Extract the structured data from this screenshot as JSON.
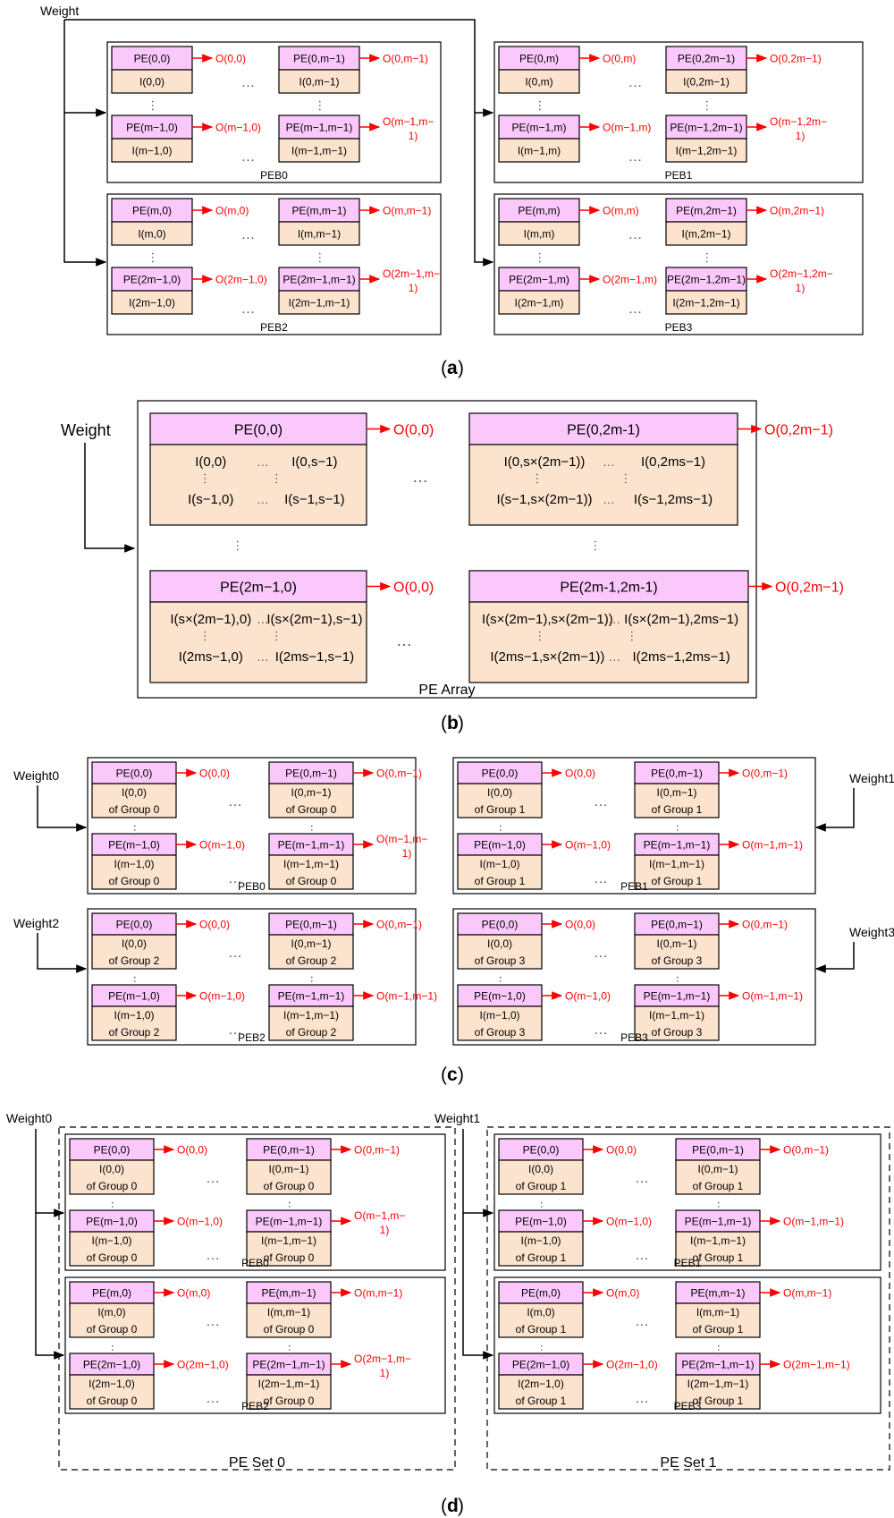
{
  "colors": {
    "pe_header": "#fbc8fb",
    "input_body": "#fce3cd",
    "arrow_red": "#ff0000",
    "line": "#000000"
  },
  "ellipsis": "…",
  "panel_a": {
    "caption": "a",
    "weight": "Weight",
    "blocks": [
      {
        "label": "PEB0",
        "cells": [
          {
            "pe": "PE(0,0)",
            "in": [
              "I(0,0)"
            ],
            "out": "O(0,0)"
          },
          {
            "pe": "PE(0,m−1)",
            "in": [
              "I(0,m−1)"
            ],
            "out": "O(0,m−1)"
          },
          {
            "pe": "PE(m−1,0)",
            "in": [
              "I(m−1,0)"
            ],
            "out": "O(m−1,0)"
          },
          {
            "pe": "PE(m−1,m−1)",
            "in": [
              "I(m−1,m−1)"
            ],
            "out": [
              "O(m−1,m−",
              "1)"
            ]
          }
        ]
      },
      {
        "label": "PEB1",
        "cells": [
          {
            "pe": "PE(0,m)",
            "in": [
              "I(0,m)"
            ],
            "out": "O(0,m)"
          },
          {
            "pe": "PE(0,2m−1)",
            "in": [
              "I(0,2m−1)"
            ],
            "out": "O(0,2m−1)"
          },
          {
            "pe": "PE(m−1,m)",
            "in": [
              "I(m−1,m)"
            ],
            "out": "O(m−1,m)"
          },
          {
            "pe": "PE(m−1,2m−1)",
            "in": [
              "I(m−1,2m−1)"
            ],
            "out": [
              "O(m−1,2m−",
              "1)"
            ]
          }
        ]
      },
      {
        "label": "PEB2",
        "cells": [
          {
            "pe": "PE(m,0)",
            "in": [
              "I(m,0)"
            ],
            "out": "O(m,0)"
          },
          {
            "pe": "PE(m,m−1)",
            "in": [
              "I(m,m−1)"
            ],
            "out": "O(m,m−1)"
          },
          {
            "pe": "PE(2m−1,0)",
            "in": [
              "I(2m−1,0)"
            ],
            "out": "O(2m−1,0)"
          },
          {
            "pe": "PE(2m−1,m−1)",
            "in": [
              "I(2m−1,m−1)"
            ],
            "out": [
              "O(2m−1,m−",
              "1)"
            ]
          }
        ]
      },
      {
        "label": "PEB3",
        "cells": [
          {
            "pe": "PE(m,m)",
            "in": [
              "I(m,m)"
            ],
            "out": "O(m,m)"
          },
          {
            "pe": "PE(m,2m−1)",
            "in": [
              "I(m,2m−1)"
            ],
            "out": "O(m,2m−1)"
          },
          {
            "pe": "PE(2m−1,m)",
            "in": [
              "I(2m−1,m)"
            ],
            "out": "O(2m−1,m)"
          },
          {
            "pe": "PE(2m−1,2m−1)",
            "in": [
              "I(2m−1,2m−1)"
            ],
            "out": [
              "O(2m−1,2m−",
              "1)"
            ]
          }
        ]
      }
    ]
  },
  "panel_b": {
    "caption": "b",
    "weight": "Weight",
    "array_label": "PE Array",
    "pes": [
      {
        "pe": "PE(0,0)",
        "out": "O(0,0)",
        "inputs": [
          "I(0,0)",
          "I(0,s−1)",
          "I(s−1,0)",
          "I(s−1,s−1)"
        ]
      },
      {
        "pe": "PE(0,2m-1)",
        "out": "O(0,2m−1)",
        "inputs": [
          "I(0,s×(2m−1))",
          "I(0,2ms−1)",
          "I(s−1,s×(2m−1))",
          "I(s−1,2ms−1)"
        ]
      },
      {
        "pe": "PE(2m−1,0)",
        "out": "O(0,0)",
        "inputs": [
          "I(s×(2m−1),0)",
          "I(s×(2m−1),s−1)",
          "I(2ms−1,0)",
          "I(2ms−1,s−1)"
        ]
      },
      {
        "pe": "PE(2m-1,2m-1)",
        "out": "O(0,2m−1)",
        "inputs": [
          "I(s×(2m−1),s×(2m−1))",
          "I(s×(2m−1),2ms−1)",
          "I(2ms−1,s×(2m−1))",
          "I(2ms−1,2ms−1)"
        ]
      }
    ]
  },
  "panel_c": {
    "caption": "c",
    "blocks": [
      {
        "label": "PEB0",
        "weight": "Weight0",
        "cells": [
          {
            "pe": "PE(0,0)",
            "in": [
              "I(0,0)",
              "of Group 0"
            ],
            "out": "O(0,0)"
          },
          {
            "pe": "PE(0,m−1)",
            "in": [
              "I(0,m−1)",
              "of Group 0"
            ],
            "out": "O(0,m−1)"
          },
          {
            "pe": "PE(m−1,0)",
            "in": [
              "I(m−1,0)",
              "of Group 0"
            ],
            "out": "O(m−1,0)"
          },
          {
            "pe": "PE(m−1,m−1)",
            "in": [
              "I(m−1,m−1)",
              "of Group 0"
            ],
            "out": [
              "O(m−1,m−",
              "1)"
            ]
          }
        ]
      },
      {
        "label": "PEB1",
        "weight": "Weight1",
        "cells": [
          {
            "pe": "PE(0,0)",
            "in": [
              "I(0,0)",
              "of Group 1"
            ],
            "out": "O(0,0)"
          },
          {
            "pe": "PE(0,m−1)",
            "in": [
              "I(0,m−1)",
              "of Group 1"
            ],
            "out": "O(0,m−1)"
          },
          {
            "pe": "PE(m−1,0)",
            "in": [
              "I(m−1,0)",
              "of Group 1"
            ],
            "out": "O(m−1,0)"
          },
          {
            "pe": "PE(m−1,m−1)",
            "in": [
              "I(m−1,m−1)",
              "of Group 1"
            ],
            "out": "O(m−1,m−1)"
          }
        ]
      },
      {
        "label": "PEB2",
        "weight": "Weight2",
        "cells": [
          {
            "pe": "PE(0,0)",
            "in": [
              "I(0,0)",
              "of Group 2"
            ],
            "out": "O(0,0)"
          },
          {
            "pe": "PE(0,m−1)",
            "in": [
              "I(0,m−1)",
              "of Group 2"
            ],
            "out": "O(0,m−1)"
          },
          {
            "pe": "PE(m−1,0)",
            "in": [
              "I(m−1,0)",
              "of Group 2"
            ],
            "out": "O(m−1,0)"
          },
          {
            "pe": "PE(m−1,m−1)",
            "in": [
              "I(m−1,m−1)",
              "of Group 2"
            ],
            "out": "O(m−1,m−1)"
          }
        ]
      },
      {
        "label": "PEB3",
        "weight": "Weight3",
        "cells": [
          {
            "pe": "PE(0,0)",
            "in": [
              "I(0,0)",
              "of Group 3"
            ],
            "out": "O(0,0)"
          },
          {
            "pe": "PE(0,m−1)",
            "in": [
              "I(0,m−1)",
              "of Group 3"
            ],
            "out": "O(0,m−1)"
          },
          {
            "pe": "PE(m−1,0)",
            "in": [
              "I(m−1,0)",
              "of Group 3"
            ],
            "out": "O(m−1,0)"
          },
          {
            "pe": "PE(m−1,m−1)",
            "in": [
              "I(m−1,m−1)",
              "of Group 3"
            ],
            "out": "O(m−1,m−1)"
          }
        ]
      }
    ]
  },
  "panel_d": {
    "caption": "d",
    "sets": [
      {
        "label": "PE Set 0",
        "weight": "Weight0",
        "blocks": [
          {
            "label": "PEB0",
            "cells": [
              {
                "pe": "PE(0,0)",
                "in": [
                  "I(0,0)",
                  "of Group 0"
                ],
                "out": "O(0,0)"
              },
              {
                "pe": "PE(0,m−1)",
                "in": [
                  "I(0,m−1)",
                  "of Group 0"
                ],
                "out": "O(0,m−1)"
              },
              {
                "pe": "PE(m−1,0)",
                "in": [
                  "I(m−1,0)",
                  "of Group 0"
                ],
                "out": "O(m−1,0)"
              },
              {
                "pe": "PE(m−1,m−1)",
                "in": [
                  "I(m−1,m−1)",
                  "of Group 0"
                ],
                "out": [
                  "O(m−1,m−",
                  "1)"
                ]
              }
            ]
          },
          {
            "label": "PEB2",
            "cells": [
              {
                "pe": "PE(m,0)",
                "in": [
                  "I(m,0)",
                  "of Group 0"
                ],
                "out": "O(m,0)"
              },
              {
                "pe": "PE(m,m−1)",
                "in": [
                  "I(m,m−1)",
                  "of Group 0"
                ],
                "out": "O(m,m−1)"
              },
              {
                "pe": "PE(2m−1,0)",
                "in": [
                  "I(2m−1,0)",
                  "of Group 0"
                ],
                "out": "O(2m−1,0)"
              },
              {
                "pe": "PE(2m−1,m−1)",
                "in": [
                  "I(2m−1,m−1)",
                  "of Group 0"
                ],
                "out": [
                  "O(2m−1,m−",
                  "1)"
                ]
              }
            ]
          }
        ]
      },
      {
        "label": "PE Set 1",
        "weight": "Weight1",
        "blocks": [
          {
            "label": "PEB1",
            "cells": [
              {
                "pe": "PE(0,0)",
                "in": [
                  "I(0,0)",
                  "of Group 1"
                ],
                "out": "O(0,0)"
              },
              {
                "pe": "PE(0,m−1)",
                "in": [
                  "I(0,m−1)",
                  "of Group 1"
                ],
                "out": "O(0,m−1)"
              },
              {
                "pe": "PE(m−1,0)",
                "in": [
                  "I(m−1,0)",
                  "of Group 1"
                ],
                "out": "O(m−1,0)"
              },
              {
                "pe": "PE(m−1,m−1)",
                "in": [
                  "I(m−1,m−1)",
                  "of Group 1"
                ],
                "out": "O(m−1,m−1)"
              }
            ]
          },
          {
            "label": "PEB3",
            "cells": [
              {
                "pe": "PE(m,0)",
                "in": [
                  "I(m,0)",
                  "of Group 1"
                ],
                "out": "O(m,0)"
              },
              {
                "pe": "PE(m,m−1)",
                "in": [
                  "I(m,m−1)",
                  "of Group 1"
                ],
                "out": "O(m,m−1)"
              },
              {
                "pe": "PE(2m−1,0)",
                "in": [
                  "I(2m−1,0)",
                  "of Group 1"
                ],
                "out": "O(2m−1,0)"
              },
              {
                "pe": "PE(2m−1,m−1)",
                "in": [
                  "I(2m−1,m−1)",
                  "of Group 1"
                ],
                "out": "O(2m−1,m−1)"
              }
            ]
          }
        ]
      }
    ]
  }
}
